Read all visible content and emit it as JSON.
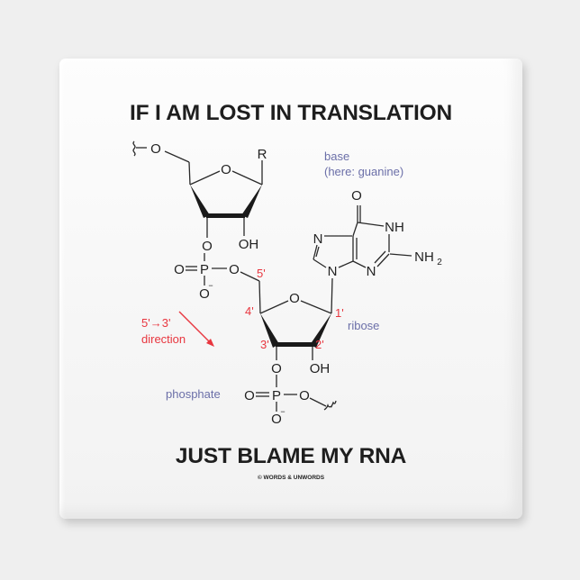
{
  "product": {
    "type": "square magnet",
    "background_color": "#efefef",
    "surface_color": "#fafafa"
  },
  "headline_top": "IF I AM LOST IN TRANSLATION",
  "headline_bottom": "JUST BLAME MY RNA",
  "credit": "© WORDS & UNWORDS",
  "colors": {
    "text": "#1e1e1e",
    "bond": "#2a2a2a",
    "label_blue": "#6b6fa8",
    "label_red": "#e8363f"
  },
  "diagram": {
    "labels": {
      "base_line1": "base",
      "base_line2": "(here: guanine)",
      "ribose": "ribose",
      "phosphate": "phosphate",
      "direction_line1": "5'→3'",
      "direction_line2": "direction"
    },
    "carbon_numbers": {
      "c1": "1'",
      "c2": "2'",
      "c3": "3'",
      "c4": "4'",
      "c5": "5'"
    },
    "atoms": {
      "O": "O",
      "R": "R",
      "OH": "OH",
      "P": "P",
      "O_minus": "O",
      "minus": "−",
      "N": "N",
      "NH": "NH",
      "NH2": "NH",
      "sub2": "2"
    }
  }
}
